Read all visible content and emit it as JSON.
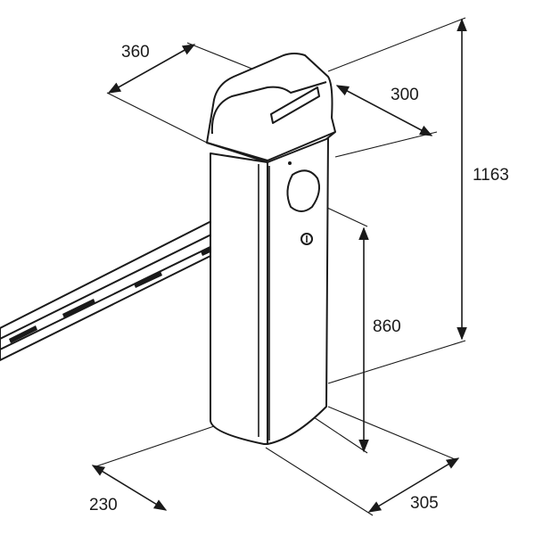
{
  "dimensions": {
    "cap_width": "360",
    "cap_depth": "300",
    "total_height": "1163",
    "boom_axis_height": "860",
    "base_width": "230",
    "base_depth": "305"
  },
  "colors": {
    "ink": "#1a1a1a",
    "background": "#ffffff"
  }
}
